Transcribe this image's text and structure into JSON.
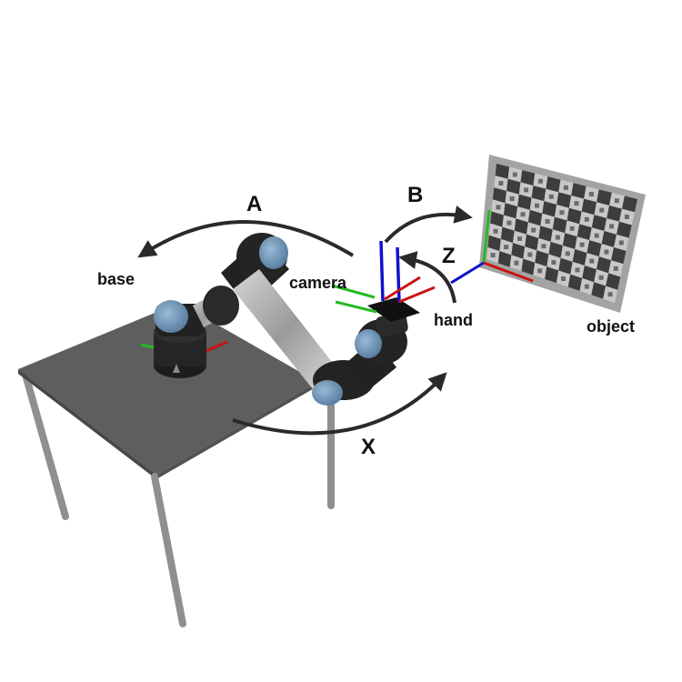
{
  "labels": {
    "A": "A",
    "B": "B",
    "Z": "Z",
    "X": "X",
    "base": "base",
    "camera": "camera",
    "hand": "hand",
    "object": "object"
  },
  "colors": {
    "axis_x": "#cc1111",
    "axis_y": "#22bb22",
    "axis_z": "#1111cc",
    "arrow": "#2a2a2a",
    "table_top": "#5e5e5e",
    "table_leg": "#8f8f8f",
    "robot_dark": "#222222",
    "robot_blue": "#6f93b3",
    "robot_silver": "#b9b9b9",
    "board_frame": "#a3a3a3",
    "board_dark": "#3d3d3d",
    "board_light": "#c8c8c8"
  },
  "icons": {
    "transform_arrow": "curved-arrow-icon",
    "frame": "coordinate-frame-icon"
  }
}
